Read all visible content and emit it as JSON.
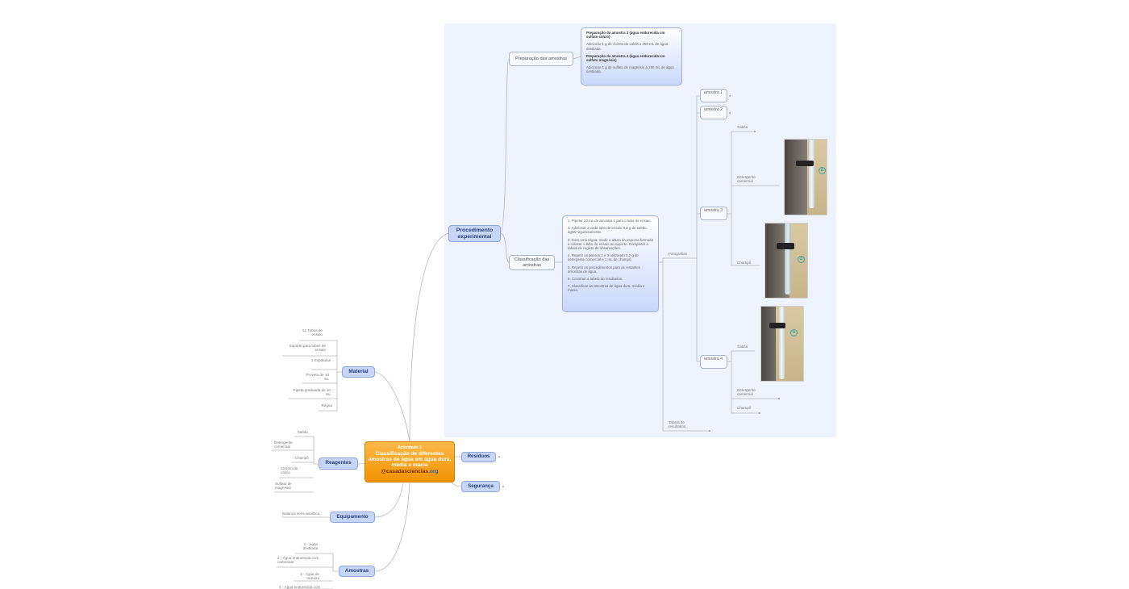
{
  "central": {
    "line1": "Actividade 1",
    "line2": "Classificação de diferentes amostras de água em água dura, média e macia",
    "brand_a": "@casadasciencias",
    "brand_b": ".org"
  },
  "branches": {
    "procedimento": "Procedimento experimental",
    "preparacao": "Preparação das amostras",
    "classificacao": "Classificação das amostras",
    "material": "Material",
    "reagentes": "Reagentes",
    "equipamento": "Equipamento",
    "amostras": "Amostras",
    "residuos": "Resíduos",
    "seguranca": "Segurança"
  },
  "preparacao_note": {
    "h1": "Preparação da amostra 3 (água endurecida cm sulfato cálcio)",
    "t1": "Adicionar 1 g de cloreto de cálcio a 250 mL de água destilada.",
    "h2": "Preparação da amostra 4 (água endurecida cm sulfato magnésio)",
    "t2": "Adicionar 1 g de sulfato de magnésio a 250 mL de água destilada."
  },
  "classificacao_note": {
    "s1": "1. Pipetar 10 mL de amostra 1 para o tubo de ensaio.",
    "s2": "2. Adicionar a cada tubo de ensaio 0,2 g de sabão, agitar vigorosamente.",
    "s3": "3. Com uma régua, medir a altura da espuma formada e colocar o tubo de ensaio ao suporte. Completar a tabela de registo de observações.",
    "s4": "4. Repetir os passos 2 e 3 utilizando 0,2 g de detergente comercial e 1 mL de champô.",
    "s5": "5. Repetir os procedimentos para as restantes amostras de água.",
    "s6": "6. Construir a tabela de resultados.",
    "s7": "7. Classificar as amostras de água dura, média e macia."
  },
  "amostra_nodes": [
    "amostra 1",
    "amostra 2",
    "amostra 3",
    "amostra 4"
  ],
  "fotografias": "Fotografias",
  "tabela": "Tabela de resultados",
  "amostra3_leaves": [
    "Sabão",
    "Detergente comercial",
    "Champô"
  ],
  "amostra4_leaves": [
    "Sabão",
    "Detergente comercial",
    "Champô"
  ],
  "material_items": [
    "12 Tubos de ensaio",
    "Suporte para tubos de ensaio",
    "2 Espátulas",
    "Proveta de 10 mL",
    "Pipeta graduada de 10 mL",
    "Régua"
  ],
  "reagentes_items": [
    "Sabão",
    "Detergente comercial",
    "Champô",
    "Cloreto de cálcio",
    "Sulfato de magnésio"
  ],
  "equipamento_items": [
    "Balança semi-analítica"
  ],
  "amostras_items": [
    "1 - Água destilada",
    "2 - Água endurecida com carbonato",
    "3 - Água de torneira",
    "4 - Água endurecida com"
  ],
  "colors": {
    "panel": "#eef3fd",
    "node_fill": "#c7d5f6",
    "central_fill": "#f39200",
    "link": "#b8b8b8"
  }
}
